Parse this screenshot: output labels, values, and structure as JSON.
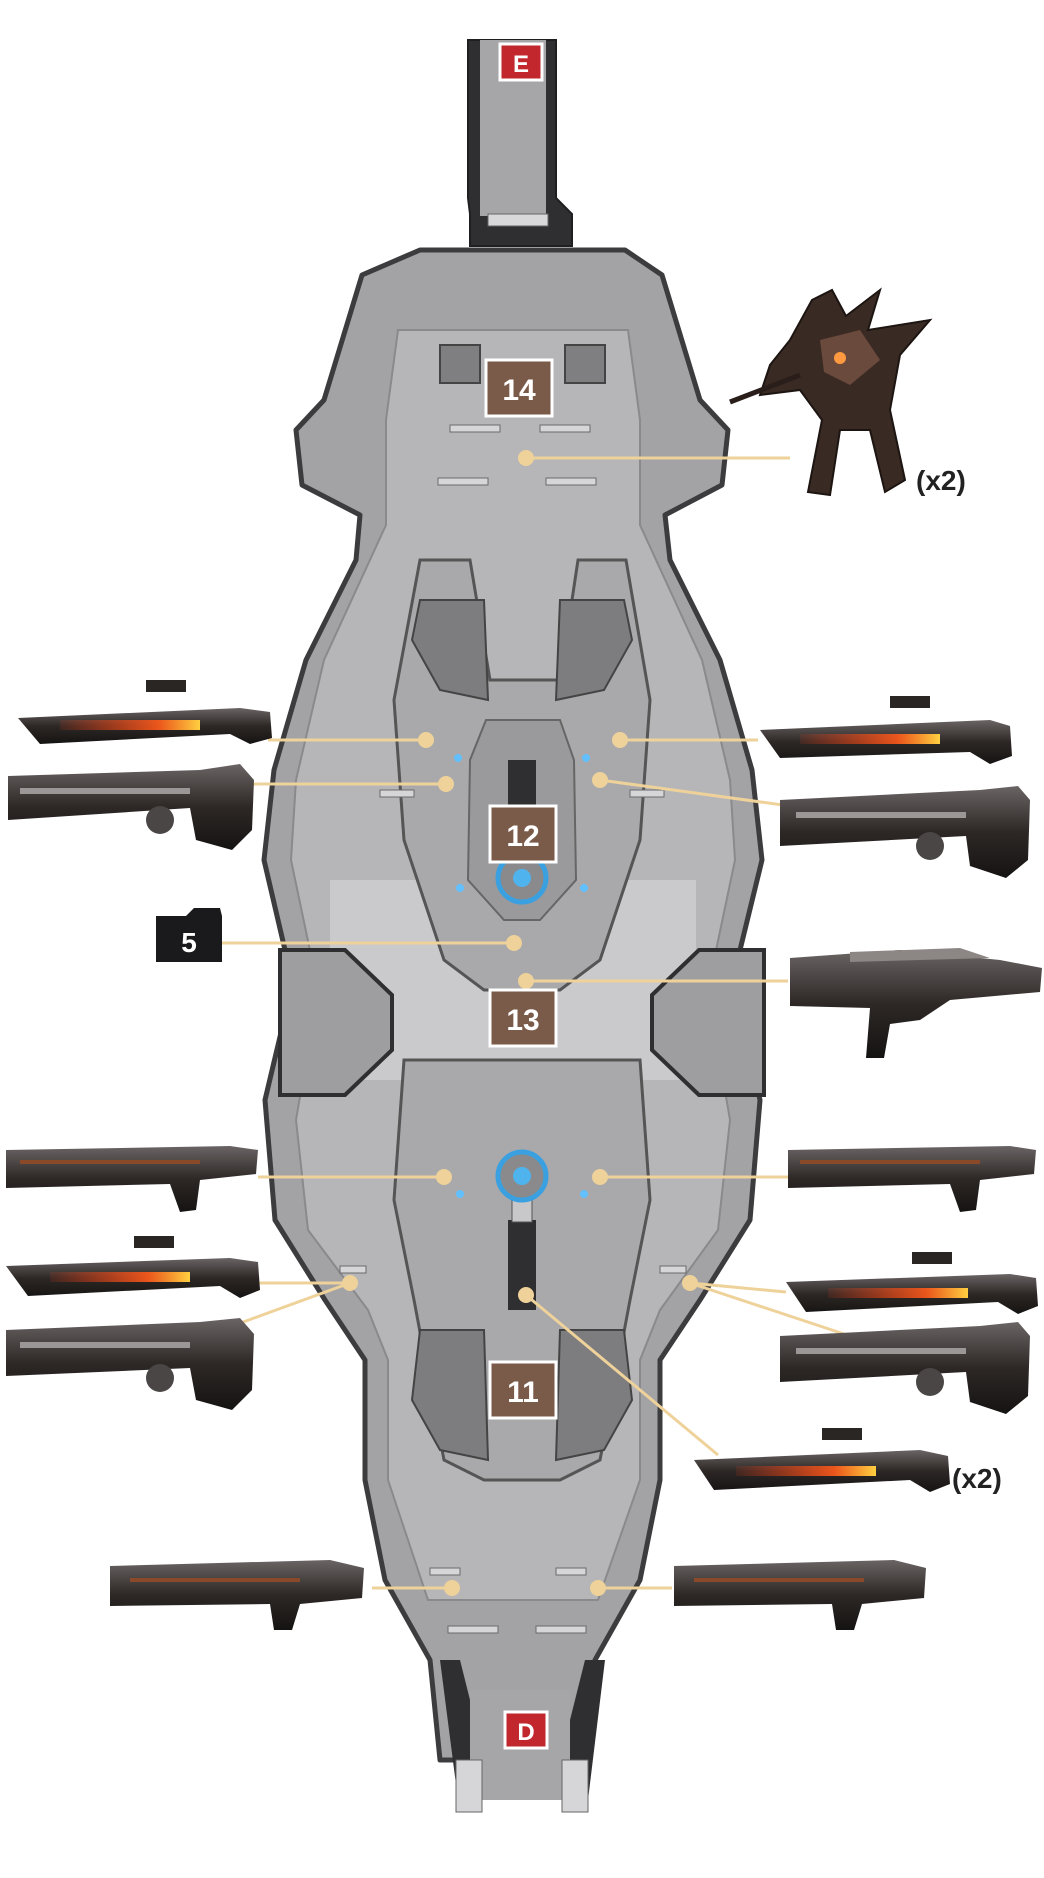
{
  "map": {
    "exits": [
      {
        "id": "exit-e",
        "label": "E",
        "color": "#c1272d"
      },
      {
        "id": "exit-d",
        "label": "D",
        "color": "#c1272d"
      }
    ],
    "rooms": [
      {
        "id": "room-14",
        "label": "14"
      },
      {
        "id": "room-12",
        "label": "12"
      },
      {
        "id": "room-13",
        "label": "13"
      },
      {
        "id": "room-11",
        "label": "11"
      }
    ],
    "intel_marker": {
      "label": "5"
    },
    "enemy": {
      "icon": "promethean-knight-icon",
      "count_label": "(x2)"
    },
    "weapon_count_label": "(x2)",
    "weapons": [
      {
        "name": "incineration-cannon-icon"
      },
      {
        "name": "light-rifle-icon"
      },
      {
        "name": "suppressor-icon"
      },
      {
        "name": "scattershot-icon"
      },
      {
        "name": "boltshot-icon"
      }
    ],
    "colors": {
      "room_label_bg": "#7a5a48",
      "callout_line": "#eed29a",
      "floor": "#a4a4a6",
      "wall": "#3c3c3e",
      "exit": "#c1272d"
    }
  }
}
